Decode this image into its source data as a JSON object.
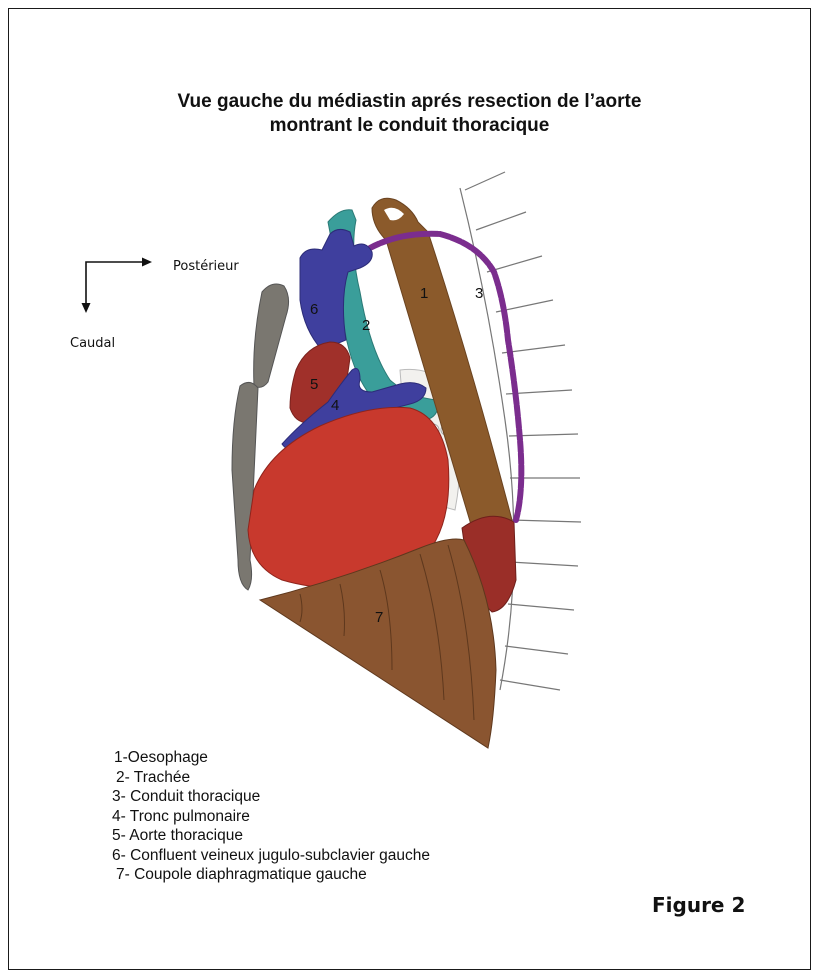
{
  "title": {
    "line1": "Vue  gauche du médiastin aprés resection de l’aorte",
    "line2": "montrant le conduit thoracique"
  },
  "axes": {
    "horizontal_label": "Postérieur",
    "vertical_label": "Caudal"
  },
  "structure_numbers": {
    "oesophage": "1",
    "trachee": "2",
    "conduit": "3",
    "tronc": "4",
    "aorte": "5",
    "confluent": "6",
    "coupole": "7"
  },
  "legend": [
    "1-Oesophage",
    "2- Trachée",
    "3- Conduit thoracique",
    "4- Tronc pulmonaire",
    "5- Aorte thoracique",
    "6- Confluent veineux jugulo-subclavier gauche",
    "7- Coupole diaphragmatique gauche"
  ],
  "figure_label": "Figure 2",
  "colors": {
    "oesophage": "#8B5A2B",
    "trachee": "#3A9E9A",
    "conduit": "#7B2D8E",
    "tronc": "#3F3F9E",
    "aorte": "#A0302A",
    "coeur": "#C8392D",
    "coupole": "#8A5530",
    "sternum": "#7A7770",
    "oesophage_inferieur": "#9A2E28"
  }
}
